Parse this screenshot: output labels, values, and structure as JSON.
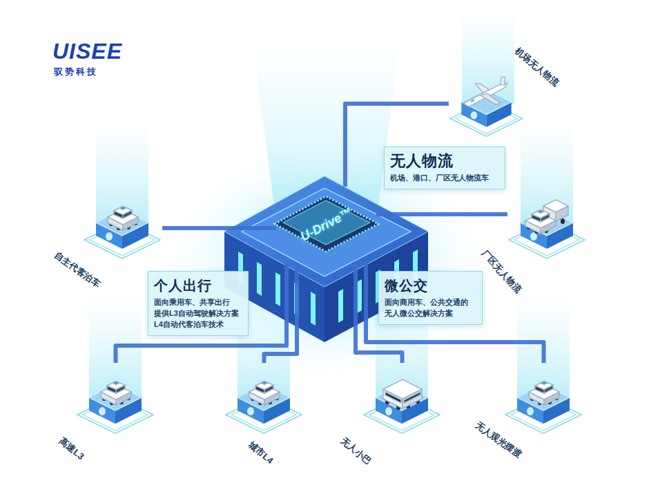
{
  "diagram": {
    "nodes": [
      {
        "text": [
          "U-Drive™"
        ]
      },
      {
        "text": [
          "个人出行",
          "面向乘用车、共享出行 提供L3自动驾驶解决方案 L4自动代客泊车技术"
        ]
      },
      {
        "text": [
          "无人物流",
          "机场、港口、厂区无人物流车"
        ]
      },
      {
        "text": [
          "微公交",
          "面向商用车、公共交通的 无人微公交解决方案"
        ]
      },
      {
        "text": [
          "自主代客泊车"
        ]
      },
      {
        "text": [
          "高速L3"
        ]
      },
      {
        "text": [
          "城市L4"
        ]
      },
      {
        "text": [
          "无人小巴"
        ]
      },
      {
        "text": [
          "无人观光摆渡"
        ]
      },
      {
        "text": [
          "厂区无人物流"
        ]
      },
      {
        "text": [
          "机场无人物流"
        ]
      }
    ],
    "edges": [
      {
        "from": 0,
        "to": 4,
        "arrow": "none"
      },
      {
        "from": 0,
        "to": 5,
        "arrow": "none"
      },
      {
        "from": 0,
        "to": 6,
        "arrow": "none"
      },
      {
        "from": 0,
        "to": 7,
        "arrow": "none"
      },
      {
        "from": 0,
        "to": 8,
        "arrow": "none"
      },
      {
        "from": 0,
        "to": 9,
        "arrow": "none"
      },
      {
        "from": 0,
        "to": 10,
        "arrow": "none"
      }
    ],
    "labels": [
      "UISEE",
      "驭势科技"
    ]
  }
}
